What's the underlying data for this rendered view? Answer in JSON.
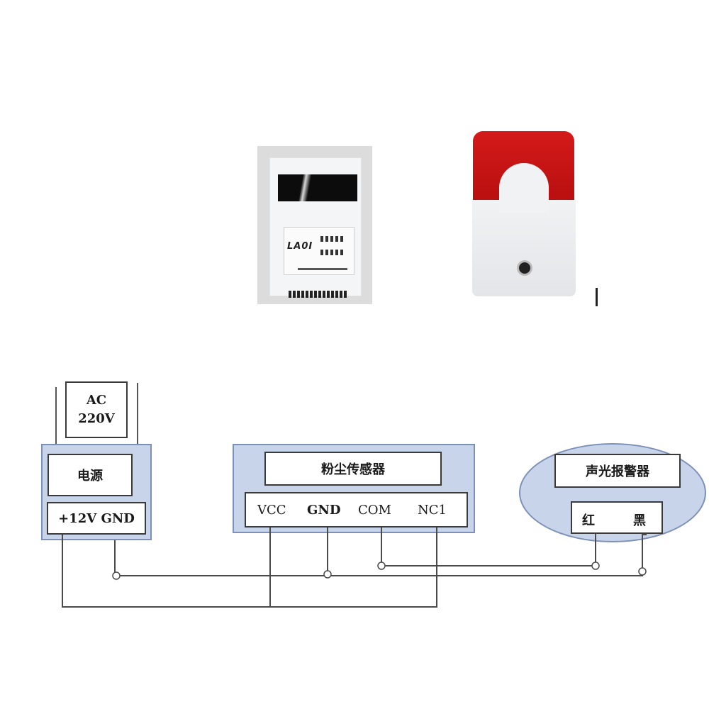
{
  "power_supply": {
    "input_label_line1": "AC",
    "input_label_line2": "220V",
    "name": "电源",
    "terminals": "+12V GND"
  },
  "dust_sensor": {
    "name": "粉尘传感器",
    "photo_logo": "LA0I",
    "terminals": [
      "VCC",
      "GND",
      "COM",
      "NC1"
    ]
  },
  "alarm": {
    "name": "声光报警器",
    "wire_red": "红",
    "wire_black": "黑"
  },
  "photo_marker": "I"
}
